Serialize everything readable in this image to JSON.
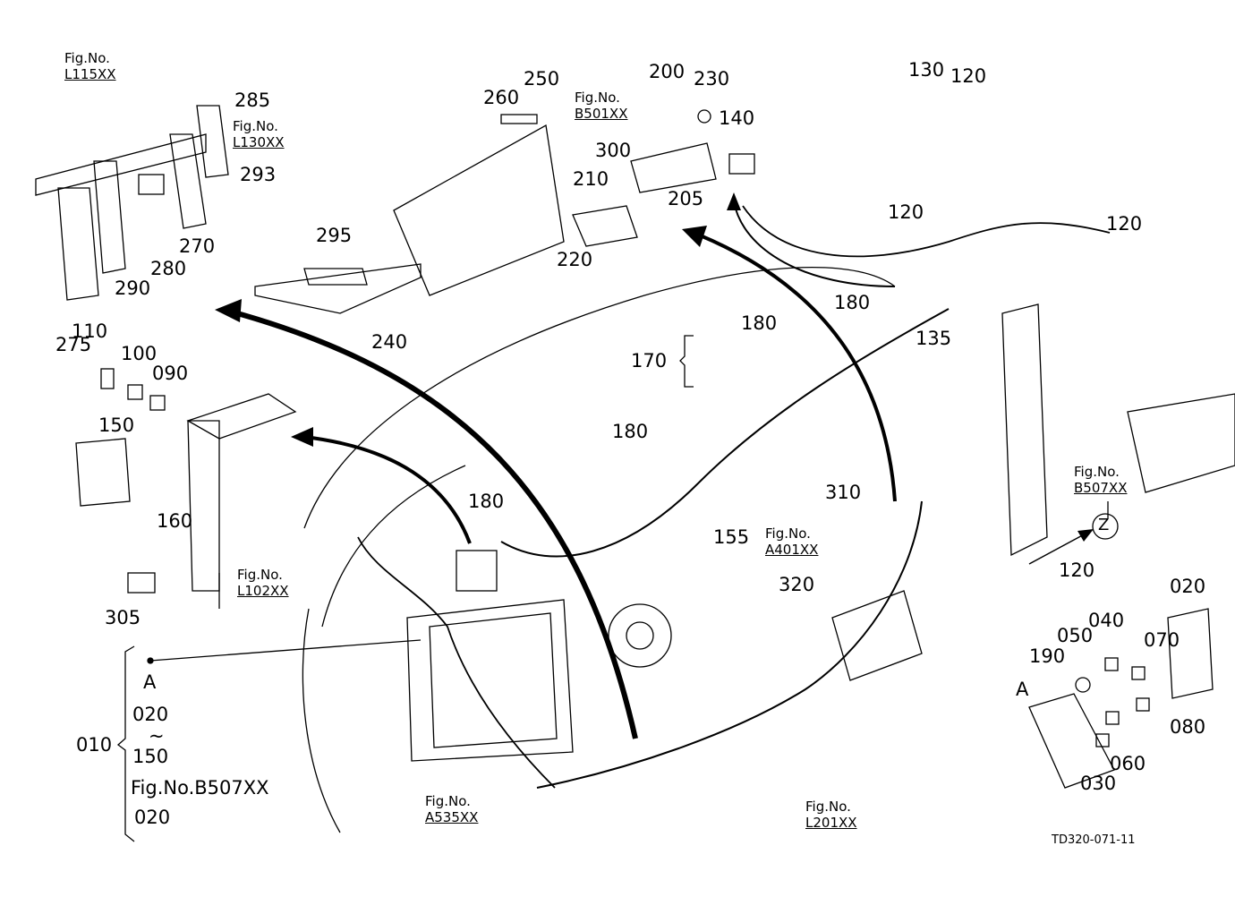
{
  "callouts": [
    "110",
    "100",
    "090",
    "150",
    "160",
    "305",
    "275",
    "290",
    "280",
    "270",
    "293",
    "285",
    "295",
    "240",
    "260",
    "250",
    "210",
    "220",
    "300",
    "200",
    "230",
    "205",
    "140",
    "130",
    "120",
    "120",
    "120",
    "120",
    "180",
    "180",
    "180",
    "180",
    "170",
    "135",
    "310",
    "320",
    "155",
    "020",
    "040",
    "070",
    "050",
    "190",
    "080",
    "060",
    "030",
    "010",
    "A",
    "A",
    "Z"
  ],
  "fig_refs": [
    {
      "prefix": "Fig.No.",
      "code": "L115XX"
    },
    {
      "prefix": "Fig.No.",
      "code": "L130XX"
    },
    {
      "prefix": "Fig.No.",
      "code": "B501XX"
    },
    {
      "prefix": "Fig.No.",
      "code": "L102XX"
    },
    {
      "prefix": "Fig.No.",
      "code": "A401XX"
    },
    {
      "prefix": "Fig.No.",
      "code": "B507XX"
    },
    {
      "prefix": "Fig.No.",
      "code": "A535XX"
    },
    {
      "prefix": "Fig.No.",
      "code": "L201XX"
    }
  ],
  "kit_block": {
    "from": "020",
    "tilde": "~",
    "to": "150",
    "ref": "Fig.No.B507XX",
    "extra": "020"
  },
  "drawing_id": "TD320-071-11"
}
